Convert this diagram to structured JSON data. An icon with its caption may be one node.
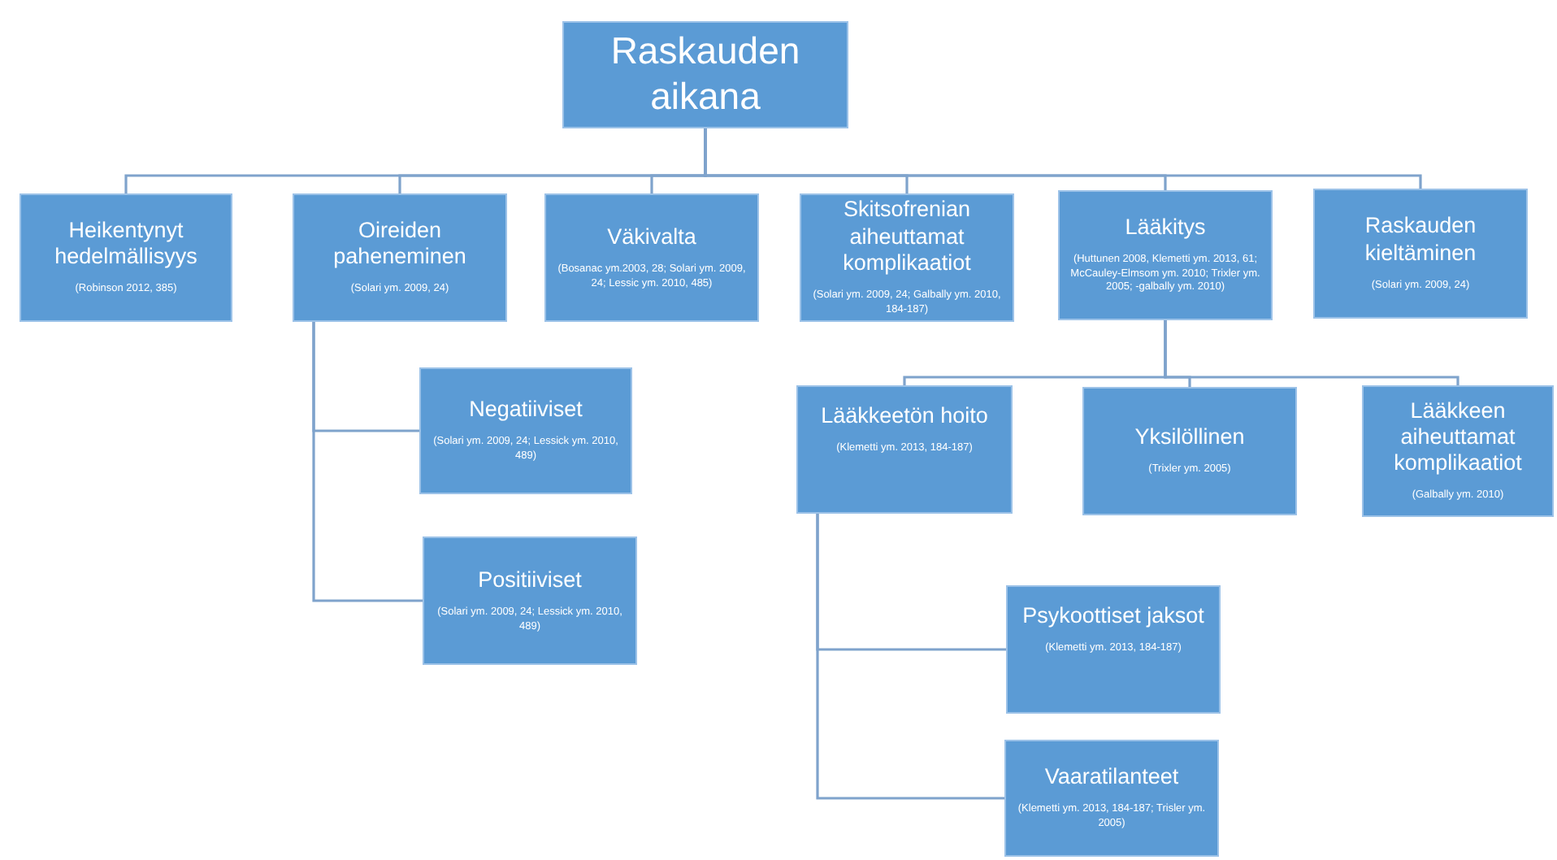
{
  "diagram": {
    "nodes": [
      {
        "text": [
          "Raskauden aikana"
        ]
      },
      {
        "text": [
          "Heikentynyt hedelmällisyys",
          "(Robinson 2012, 385)"
        ]
      },
      {
        "text": [
          "Oireiden paheneminen",
          "(Solari ym. 2009, 24)"
        ]
      },
      {
        "text": [
          "Väkivalta",
          "(Bosanac ym.2003, 28; Solari ym. 2009, 24; Lessic ym. 2010, 485)"
        ]
      },
      {
        "text": [
          "Skitsofrenian aiheuttamat komplikaatiot",
          "(Solari ym. 2009, 24; Galbally ym. 2010, 184-187)"
        ]
      },
      {
        "text": [
          "Lääkitys",
          "(Huttunen 2008, Klemetti ym. 2013, 61; McCauley-Elmsom ym. 2010; Trixler ym. 2005; -galbally ym. 2010)"
        ]
      },
      {
        "text": [
          "Raskauden kieltäminen",
          "(Solari ym. 2009, 24)"
        ]
      },
      {
        "text": [
          "Negatiiviset",
          "(Solari ym. 2009, 24; Lessick ym. 2010, 489)"
        ]
      },
      {
        "text": [
          "Positiiviset",
          "(Solari ym. 2009, 24; Lessick ym. 2010, 489)"
        ]
      },
      {
        "text": [
          "Lääkkeetön hoito",
          "(Klemetti ym. 2013, 184-187)"
        ]
      },
      {
        "text": [
          "Yksilöllinen",
          "(Trixler ym. 2005)"
        ]
      },
      {
        "text": [
          "Lääkkeen aiheuttamat komplikaatiot",
          "(Galbally ym. 2010)"
        ]
      },
      {
        "text": [
          "Psykoottiset jaksot",
          "(Klemetti ym. 2013, 184-187)"
        ]
      },
      {
        "text": [
          "Vaaratilanteet",
          "(Klemetti ym. 2013, 184-187; Trisler ym. 2005)"
        ]
      }
    ],
    "edges": [
      {
        "from": 0,
        "to": 1,
        "arrow": "none"
      },
      {
        "from": 0,
        "to": 2,
        "arrow": "none"
      },
      {
        "from": 0,
        "to": 3,
        "arrow": "none"
      },
      {
        "from": 0,
        "to": 4,
        "arrow": "none"
      },
      {
        "from": 0,
        "to": 5,
        "arrow": "none"
      },
      {
        "from": 0,
        "to": 6,
        "arrow": "none"
      },
      {
        "from": 2,
        "to": 7,
        "arrow": "none"
      },
      {
        "from": 2,
        "to": 8,
        "arrow": "none"
      },
      {
        "from": 5,
        "to": 9,
        "arrow": "none"
      },
      {
        "from": 5,
        "to": 10,
        "arrow": "none"
      },
      {
        "from": 5,
        "to": 11,
        "arrow": "none"
      },
      {
        "from": 9,
        "to": 12,
        "arrow": "none"
      },
      {
        "from": 9,
        "to": 13,
        "arrow": "none"
      }
    ]
  }
}
